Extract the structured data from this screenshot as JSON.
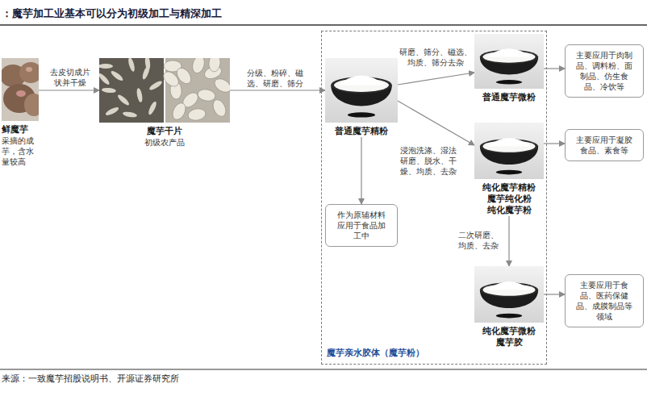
{
  "diagram": {
    "title": "：魔芋加工业基本可以分为初级加工与精深加工",
    "caption": "来源：一致魔芋招股说明书、开源证券研究所",
    "nodes": [
      {
        "text": [
          "鲜魔芋",
          "采摘的成芋，含水量较高"
        ]
      },
      {
        "text": [
          "魔芋干片",
          "初级农产品"
        ]
      },
      {
        "text": [
          "魔芋亲水胶体（魔芋粉）"
        ]
      },
      {
        "text": [
          "普通魔芋精粉"
        ],
        "in": 2
      },
      {
        "text": [
          "普通魔芋微粉"
        ],
        "in": 2
      },
      {
        "text": [
          "纯化魔芋精粉 魔芋纯化粉 纯化魔芋粉"
        ],
        "in": 2
      },
      {
        "text": [
          "作为原辅材料应用于食品加工中"
        ],
        "in": 2
      },
      {
        "text": [
          "纯化魔芋微粉 魔芋胶"
        ],
        "in": 2
      },
      {
        "text": [
          "主要应用于肉制品、调料粉、面制品、仿生食品、冷饮等"
        ]
      },
      {
        "text": [
          "主要应用于凝胶食品、素食等"
        ]
      },
      {
        "text": [
          "主要应用于食品、医药保健品、成膜制品等领域"
        ]
      }
    ],
    "edges": [
      {
        "from": 0,
        "to": 1,
        "arrow": "to",
        "label": "去皮切成片状并干燥"
      },
      {
        "from": 1,
        "to": 3,
        "arrow": "to",
        "label": "分级、粉碎、磁选、研磨、筛分"
      },
      {
        "from": 3,
        "to": 4,
        "arrow": "to",
        "label": "研磨、筛分、磁选、均质、筛分去杂"
      },
      {
        "from": 3,
        "to": 5,
        "arrow": "to",
        "label": "浸泡洗涤、湿法研磨、脱水、干燥、均质、去杂"
      },
      {
        "from": 3,
        "to": 6,
        "arrow": "to"
      },
      {
        "from": 5,
        "to": 7,
        "arrow": "to",
        "label": "二次研磨、均质、去杂"
      },
      {
        "from": 4,
        "to": 8,
        "arrow": "to"
      },
      {
        "from": 5,
        "to": 9,
        "arrow": "to"
      },
      {
        "from": 7,
        "to": 10,
        "arrow": "to"
      }
    ]
  }
}
